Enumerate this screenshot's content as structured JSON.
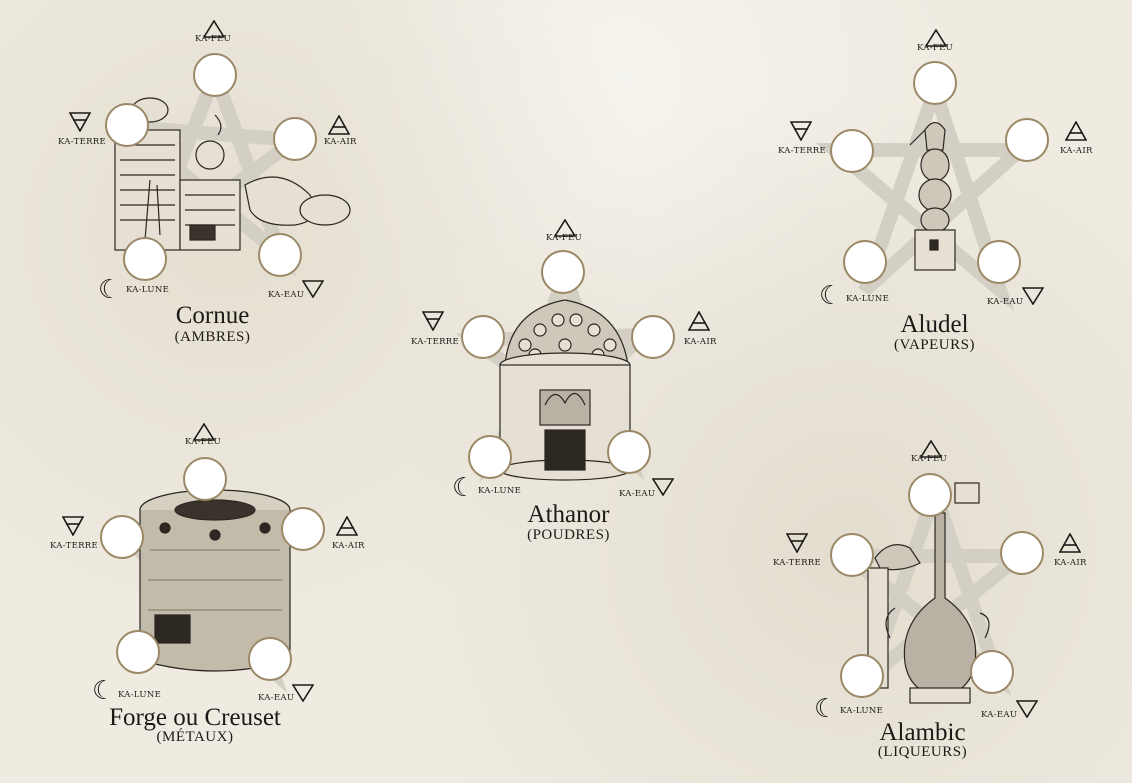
{
  "colors": {
    "paper": "#efebe1",
    "slot_border": "#9b8866",
    "pentagram": "#d3cfc5",
    "ink": "#1c1a17"
  },
  "elements": {
    "fire": "KA-FEU",
    "air": "KA-AIR",
    "water": "KA-EAU",
    "moon": "KA-LUNE",
    "earth": "KA-TERRE"
  },
  "stations": [
    {
      "id": "cornue",
      "name": "Cornue",
      "category": "(AMBRES)",
      "illustration": "retort-furnace"
    },
    {
      "id": "athanor",
      "name": "Athanor",
      "category": "(POUDRES)",
      "illustration": "athanor-furnace"
    },
    {
      "id": "aludel",
      "name": "Aludel",
      "category": "(VAPEURS)",
      "illustration": "aludel-column"
    },
    {
      "id": "forge",
      "name": "Forge ou Creuset",
      "category": "(MÉTAUX)",
      "illustration": "forge-crucible"
    },
    {
      "id": "alambic",
      "name": "Alambic",
      "category": "(LIQUEURS)",
      "illustration": "alembic-flask"
    }
  ]
}
